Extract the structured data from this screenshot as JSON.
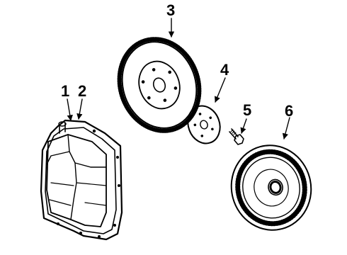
{
  "callouts": [
    {
      "id": "1",
      "text": "1"
    },
    {
      "id": "2",
      "text": "2"
    },
    {
      "id": "3",
      "text": "3"
    },
    {
      "id": "4",
      "text": "4"
    },
    {
      "id": "5",
      "text": "5"
    },
    {
      "id": "6",
      "text": "6"
    }
  ]
}
